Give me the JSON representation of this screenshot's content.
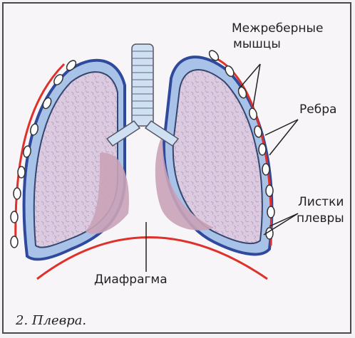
{
  "labels": {
    "intercostal_muscles_line1": "Межреберные",
    "intercostal_muscles_line2": "мышцы",
    "ribs": "Ребра",
    "pleura_leaves_line1": "Листки",
    "pleura_leaves_line2": "плевры",
    "diaphragm": "Диафрагма"
  },
  "caption": "2. Плевра.",
  "colors": {
    "lung_fill": "#d9c7dd",
    "lung_texture": "#b89fc1",
    "pleura_outer": "#2f4a9c",
    "pleura_inner": "#a9c3e8",
    "cavity_fill": "#caa3b8",
    "muscle_red": "#e0302a",
    "trachea": "#cfe0f2",
    "rib_fill": "#ffffff"
  }
}
